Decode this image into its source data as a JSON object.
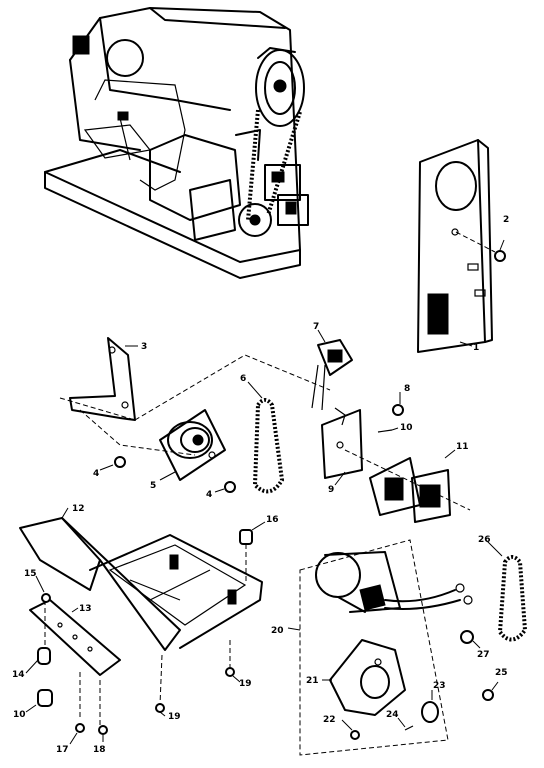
{
  "labels": {
    "p1": "1",
    "p2": "2",
    "p3": "3",
    "p4a": "4",
    "p4b": "4",
    "p5": "5",
    "p6": "6",
    "p7": "7",
    "p8": "8",
    "p9": "9",
    "p10": "10",
    "p11": "11",
    "p12": "12",
    "p13": "13",
    "p14": "14",
    "p15": "15",
    "p16": "16",
    "p17": "17",
    "p18": "18",
    "p19a": "19",
    "p19b": "19",
    "p20": "20",
    "p21": "21",
    "p22": "22",
    "p23": "23",
    "p24": "24",
    "p25": "25",
    "p26": "26",
    "p27": "27"
  }
}
